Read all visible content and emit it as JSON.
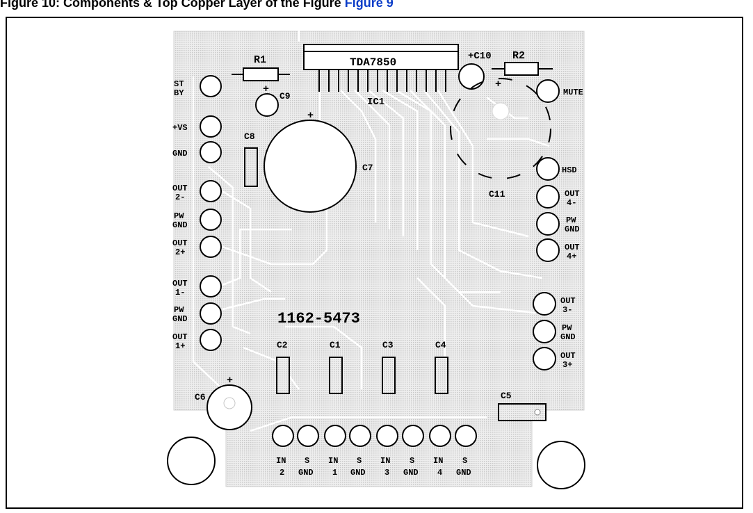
{
  "caption": {
    "text": "Figure 10: Components & Top Copper Layer of the Figure",
    "link_text": "Figure 9"
  },
  "board": {
    "ic_part": "TDA7850",
    "ic_ref": "IC1",
    "board_code": "1162-5473",
    "r1": "R1",
    "r2": "R2",
    "c1": "C1",
    "c2": "C2",
    "c3": "C3",
    "c4": "C4",
    "c5": "C5",
    "c6": "C6",
    "c7": "C7",
    "c8": "C8",
    "c9": "C9",
    "c10": "+C10",
    "c11": "C11",
    "plus": "+",
    "left_pins": {
      "stby_1": "ST",
      "stby_2": "BY",
      "vs": "+VS",
      "gnd": "GND",
      "out2m_1": "OUT",
      "out2m_2": "2-",
      "pwgnd2_1": "PW",
      "pwgnd2_2": "GND",
      "out2p_1": "OUT",
      "out2p_2": "2+",
      "out1m_1": "OUT",
      "out1m_2": "1-",
      "pwgnd1_1": "PW",
      "pwgnd1_2": "GND",
      "out1p_1": "OUT",
      "out1p_2": "1+"
    },
    "right_pins": {
      "mute": "MUTE",
      "hsd": "HSD",
      "out4m_1": "OUT",
      "out4m_2": "4-",
      "pwgnd4_1": "PW",
      "pwgnd4_2": "GND",
      "out4p_1": "OUT",
      "out4p_2": "4+",
      "out3m_1": "OUT",
      "out3m_2": "3-",
      "pwgnd3_1": "PW",
      "pwgnd3_2": "GND",
      "out3p_1": "OUT",
      "out3p_2": "3+"
    },
    "bottom_pins": {
      "in2_1": "IN",
      "in2_2": "2",
      "sgnd_a_1": "S",
      "sgnd_a_2": "GND",
      "in1_1": "IN",
      "in1_2": "1",
      "sgnd_b_1": "S",
      "sgnd_b_2": "GND",
      "in3_1": "IN",
      "in3_2": "3",
      "sgnd_c_1": "S",
      "sgnd_c_2": "GND",
      "in4_1": "IN",
      "in4_2": "4",
      "sgnd_d_1": "S",
      "sgnd_d_2": "GND"
    }
  }
}
